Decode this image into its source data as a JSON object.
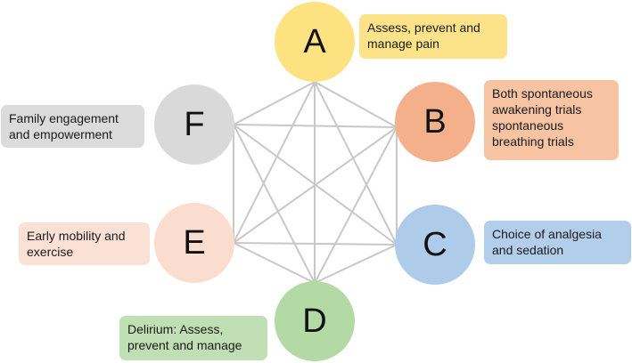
{
  "nodes": [
    {
      "id": "a",
      "letter": "A",
      "color": "#FDE282",
      "label": "Assess, prevent and\nmanage pain",
      "label_color": "#FCE38A"
    },
    {
      "id": "b",
      "letter": "B",
      "color": "#F4B08B",
      "label": "Both spontaneous\nawakening trials\nspontaneous\nbreathing trials",
      "label_color": "#F6C3A3"
    },
    {
      "id": "c",
      "letter": "C",
      "color": "#AECBEA",
      "label": "Choice of analgesia\nand sedation",
      "label_color": "#B3CEEB"
    },
    {
      "id": "d",
      "letter": "D",
      "color": "#B3D9A5",
      "label": "Delirium: Assess,\nprevent and manage",
      "label_color": "#C1DFB4"
    },
    {
      "id": "e",
      "letter": "E",
      "color": "#FBDDCF",
      "label": "Early mobility and\nexercise",
      "label_color": "#FBE1D5"
    },
    {
      "id": "f",
      "letter": "F",
      "color": "#D9D9D9",
      "label": "Family engagement\nand empowerment",
      "label_color": "#DBDBDB"
    }
  ],
  "line_color": "#C8C8C8"
}
